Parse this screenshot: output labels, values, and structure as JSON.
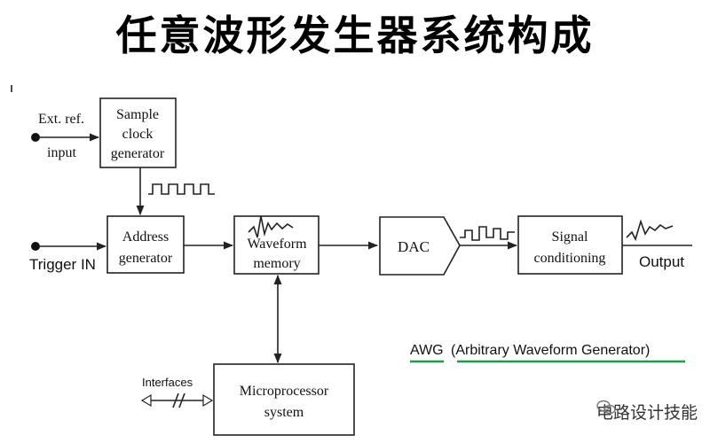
{
  "title": "任意波形发生器系统构成",
  "blocks": {
    "sample_clock": [
      "Sample",
      "clock",
      "generator"
    ],
    "address": [
      "Address",
      "generator"
    ],
    "waveform_memory": [
      "Waveform",
      "memory"
    ],
    "dac": "DAC",
    "signal_conditioning": [
      "Signal",
      "conditioning"
    ],
    "microprocessor": [
      "Microprocessor",
      "system"
    ]
  },
  "labels": {
    "ext_ref": [
      "Ext. ref.",
      "input"
    ],
    "trigger": "Trigger IN",
    "output": "Output",
    "interfaces": "Interfaces"
  },
  "caption": {
    "abbr": "AWG",
    "full": "(Arbitrary Waveform Generator)"
  },
  "watermark": "电路设计技能"
}
